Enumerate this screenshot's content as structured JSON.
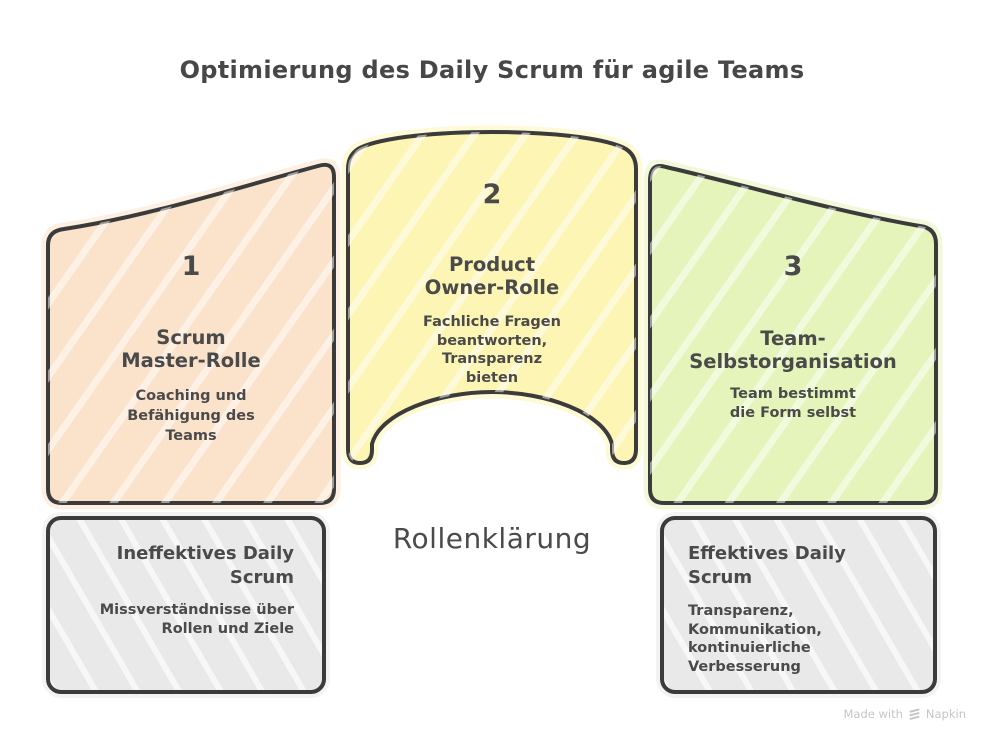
{
  "title": "Optimierung des Daily Scrum für agile Teams",
  "colors": {
    "ink": "#3b3b3b",
    "text": "#4a4a4a",
    "panel1_fill": "#fbe3cb",
    "panel2_fill": "#fdf5b3",
    "panel3_fill": "#e5f4bb",
    "box_fill": "#e9e9e9",
    "watermark": "#c6c6c6"
  },
  "bridge": {
    "center_label": "Rollenklärung",
    "panels": [
      {
        "number": "1",
        "heading": "Scrum\nMaster-Rolle",
        "description": "Coaching und\nBefähigung des\nTeams"
      },
      {
        "number": "2",
        "heading": "Product\nOwner-Rolle",
        "description": "Fachliche Fragen\nbeantworten,\nTransparenz\nbieten"
      },
      {
        "number": "3",
        "heading": "Team-\nSelbstorganisation",
        "description": "Team bestimmt\ndie Form selbst"
      }
    ]
  },
  "outcomes": [
    {
      "heading": "Ineffektives Daily\nScrum",
      "description": "Missverständnisse über\nRollen und Ziele"
    },
    {
      "heading": "Effektives Daily\nScrum",
      "description": "Transparenz,\nKommunikation,\nkontinuierliche\nVerbesserung"
    }
  ],
  "watermark": {
    "prefix": "Made with",
    "brand": "Napkin"
  }
}
